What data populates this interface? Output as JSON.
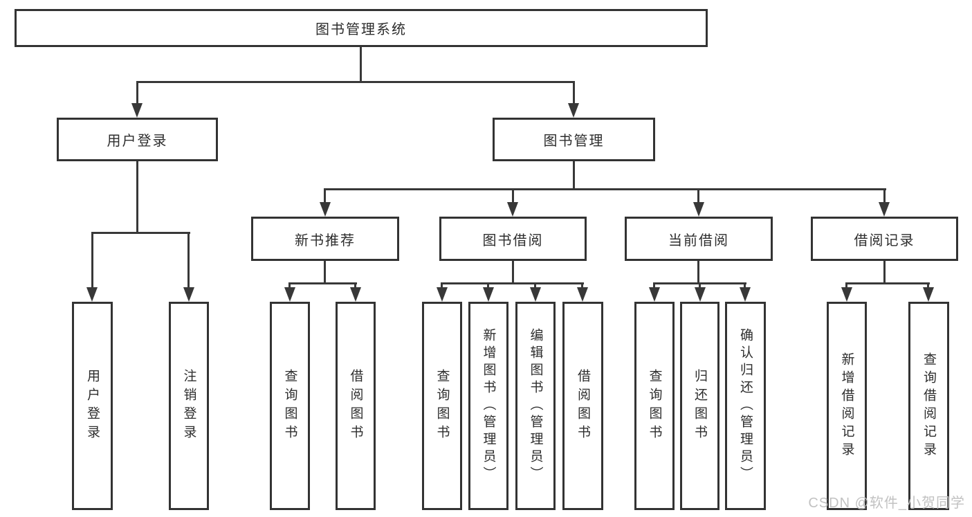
{
  "title": "图书管理系统",
  "watermark": "CSDN @软件_小贺同学",
  "colors": {
    "line": "#383838",
    "border": "#333333",
    "text": "#2d2d2d",
    "background": "#ffffff",
    "watermark": "#c2c2c2"
  },
  "tree": {
    "root": {
      "label": "图书管理系统"
    },
    "level2": [
      {
        "label": "用户登录"
      },
      {
        "label": "图书管理"
      }
    ],
    "level3": [
      {
        "label": "新书推荐"
      },
      {
        "label": "图书借阅"
      },
      {
        "label": "当前借阅"
      },
      {
        "label": "借阅记录"
      }
    ],
    "leaves": {
      "user_login": [
        {
          "label": "用户登录"
        },
        {
          "label": "注销登录"
        }
      ],
      "new_book_recommend": [
        {
          "label": "查询图书"
        },
        {
          "label": "借阅图书"
        }
      ],
      "book_borrowing": [
        {
          "label": "查询图书"
        },
        {
          "label": "新增图书（管理员）"
        },
        {
          "label": "编辑图书（管理员）"
        },
        {
          "label": "借阅图书"
        }
      ],
      "current_borrowing": [
        {
          "label": "查询图书"
        },
        {
          "label": "归还图书"
        },
        {
          "label": "确认归还（管理员）"
        }
      ],
      "borrowing_records": [
        {
          "label": "新增借阅记录"
        },
        {
          "label": "查询借阅记录"
        }
      ]
    }
  }
}
